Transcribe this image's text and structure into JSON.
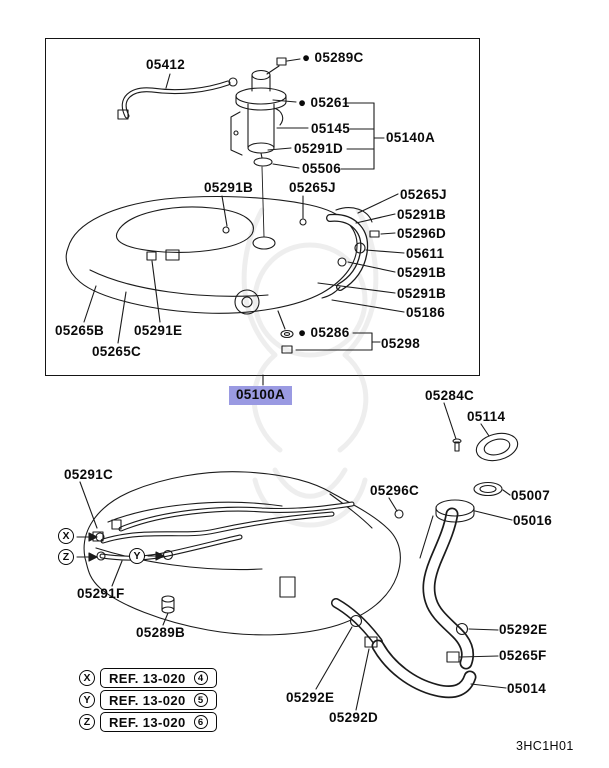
{
  "meta": {
    "drawing_code": "3HC1H01"
  },
  "highlight": {
    "part_no": "05100A",
    "bg": "#9a9ae2"
  },
  "top_box": {
    "labels": {
      "hose_05412": "05412",
      "nut_05289c": "● 05289C",
      "pump_cap_05261": "● 05261",
      "bracket_05145": "05145",
      "clip_05291d": "05291D",
      "filter_05506": "05506",
      "pump_assy_05140a": "05140A",
      "clip_05291b_a": "05291B",
      "clip_05265j_a": "05265J",
      "clip_05265j_b": "05265J",
      "clip_05291b_b": "05291B",
      "bolt_05296d": "05296D",
      "clamp_05611": "05611",
      "clip_05291b_c": "05291B",
      "clip_05291b_d": "05291B",
      "protector_05186": "05186",
      "band_05265b": "05265B",
      "clip_05291e": "05291E",
      "band_05265c": "05265C",
      "washer_05286": "● 05286",
      "plug_05298": "05298"
    }
  },
  "bottom": {
    "labels": {
      "screw_05284c": "05284C",
      "cap_05114": "05114",
      "clip_05291c": "05291C",
      "clamp_05296c": "05296C",
      "gasket_05007": "05007",
      "filler_05016": "05016",
      "clip_05291f": "05291F",
      "grommet_05289b": "05289B",
      "clamp_05292e_r": "05292E",
      "clamp_05265f": "05265F",
      "hose_05014": "05014",
      "clamp_05292e_b": "05292E",
      "clamp_05292d": "05292D"
    },
    "markers": {
      "x": "X",
      "y": "Y",
      "z": "Z"
    }
  },
  "legend": {
    "rows": [
      {
        "marker": "X",
        "text": "REF. 13-020",
        "num": "4"
      },
      {
        "marker": "Y",
        "text": "REF. 13-020",
        "num": "5"
      },
      {
        "marker": "Z",
        "text": "REF. 13-020",
        "num": "6"
      }
    ]
  }
}
